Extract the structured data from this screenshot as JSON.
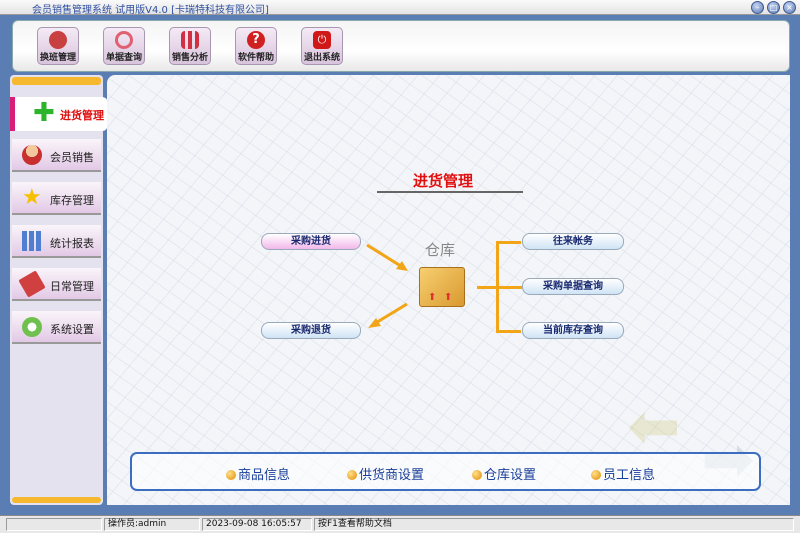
{
  "window": {
    "title": "会员销售管理系统 试用版V4.0 [卡瑞特科技有限公司]"
  },
  "toolbar": [
    {
      "label": "换班管理",
      "icon": "users-icon",
      "color": "#c84040"
    },
    {
      "label": "单据查询",
      "icon": "magnifier-icon",
      "color": "#e06070"
    },
    {
      "label": "销售分析",
      "icon": "bar-chart-icon",
      "color": "#d03040"
    },
    {
      "label": "软件帮助",
      "icon": "help-icon",
      "color": "#d02020"
    },
    {
      "label": "退出系统",
      "icon": "power-icon",
      "color": "#d01818"
    }
  ],
  "sidebar": {
    "active": "进货管理",
    "items": [
      {
        "label": "会员销售",
        "icon": "user-icon",
        "color": "#e0a070"
      },
      {
        "label": "库存管理",
        "icon": "star-icon",
        "color": "#f5c000"
      },
      {
        "label": "统计报表",
        "icon": "bar-chart-icon",
        "color": "#4f7fd0"
      },
      {
        "label": "日常管理",
        "icon": "brush-icon",
        "color": "#d04040"
      },
      {
        "label": "系统设置",
        "icon": "gear-icon",
        "color": "#70c050"
      }
    ]
  },
  "main": {
    "title": "进货管理",
    "warehouse": "仓库",
    "left": [
      "采购进货",
      "采购退货"
    ],
    "right": [
      "往来帐务",
      "采购单据查询",
      "当前库存查询"
    ],
    "bottom": [
      "商品信息",
      "供货商设置",
      "仓库设置",
      "员工信息"
    ]
  },
  "status": {
    "operator": "操作员:admin",
    "datetime": "2023-09-08 16:05:57",
    "hint": "按F1查看帮助文档"
  }
}
